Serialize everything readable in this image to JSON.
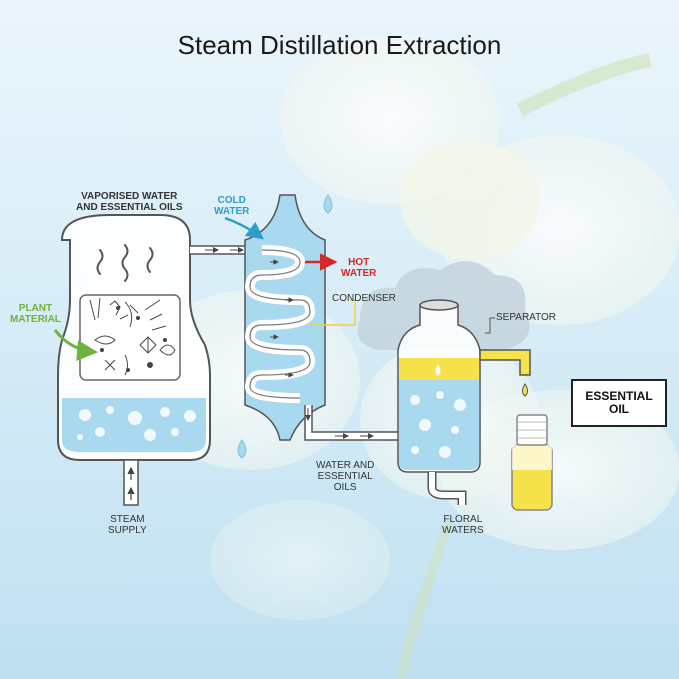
{
  "title": "Steam Distillation Extraction",
  "labels": {
    "vaporised_line1": "VAPORISED WATER",
    "vaporised_line2": "AND ESSENTIAL OILS",
    "plant_line1": "PLANT",
    "plant_line2": "MATERIAL",
    "cold_line1": "COLD",
    "cold_line2": "WATER",
    "hot_line1": "HOT",
    "hot_line2": "WATER",
    "condenser": "CONDENSER",
    "separator": "SEPARATOR",
    "essential_line1": "ESSENTIAL",
    "essential_line2": "OIL",
    "steam_line1": "STEAM",
    "steam_line2": "SUPPLY",
    "water_oils_line1": "WATER AND",
    "water_oils_line2": "ESSENTIAL",
    "water_oils_line3": "OILS",
    "floral_line1": "FLORAL",
    "floral_line2": "WATERS"
  },
  "colors": {
    "water": "#a9d9ef",
    "oil": "#f6e24a",
    "cold_arrow": "#2e9ec9",
    "hot_arrow": "#d62828",
    "plant_arrow": "#6db33f",
    "outline": "#555555"
  }
}
